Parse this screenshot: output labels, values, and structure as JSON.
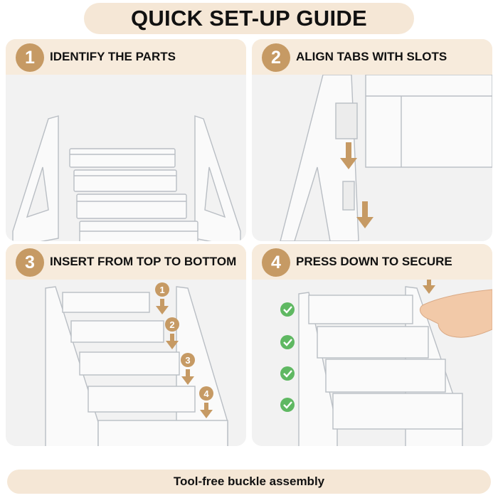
{
  "title": "QUICK SET-UP GUIDE",
  "steps": [
    {
      "number": "1",
      "label": "IDENTIFY THE PARTS"
    },
    {
      "number": "2",
      "label": "ALIGN TABS WITH SLOTS"
    },
    {
      "number": "3",
      "label": "INSERT FROM TOP TO BOTTOM",
      "markers": [
        "1",
        "2",
        "3",
        "4"
      ]
    },
    {
      "number": "4",
      "label": "PRESS DOWN TO SECURE"
    }
  ],
  "footer": "Tool-free buckle assembly",
  "colors": {
    "accent": "#c69a64",
    "cream": "#f5e7d6",
    "check": "#5fb862",
    "acrylic": "#b9bec4"
  }
}
